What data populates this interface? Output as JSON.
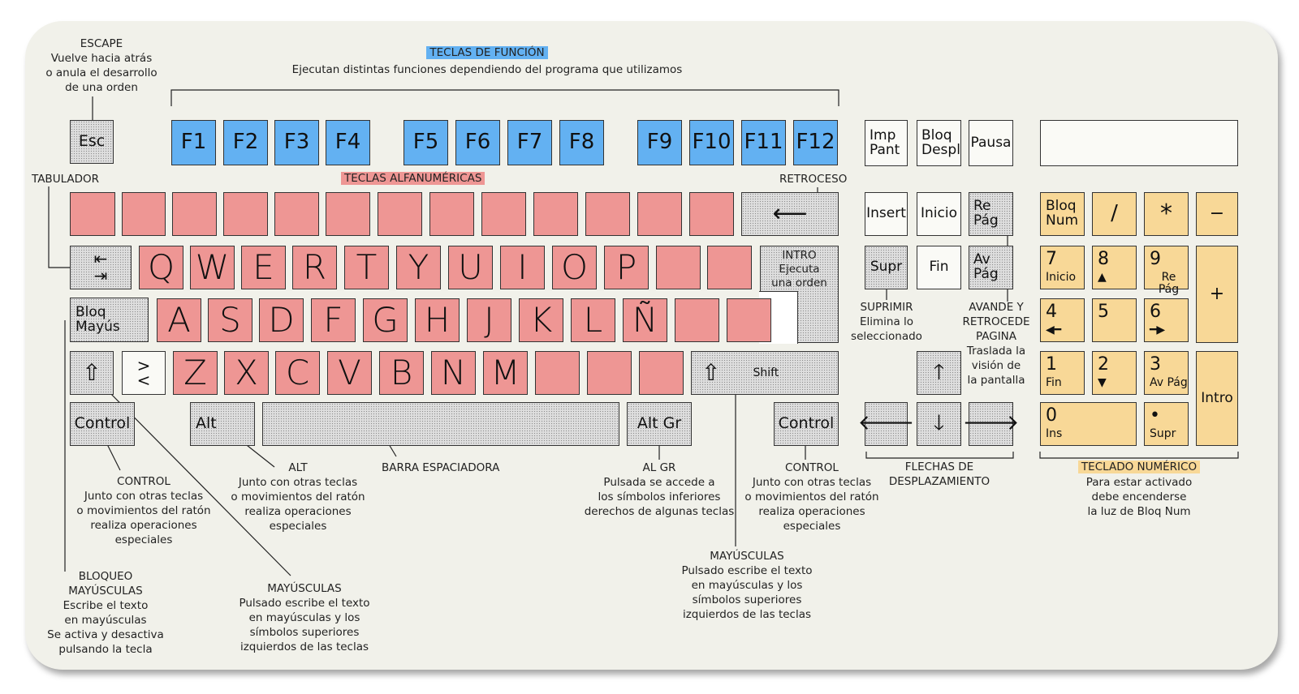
{
  "headers": {
    "function_keys": "TECLAS DE FUNCIÓN",
    "function_desc": "Ejecutan distintas funciones dependiendo del programa que utilizamos",
    "alphanumeric": "TECLAS ALFANUMÉRICAS",
    "numeric_pad": "TECLADO NUMÉRICO"
  },
  "colors": {
    "function": "#63b1f2",
    "alphanumeric": "#ee9694",
    "numeric": "#f8d897",
    "gray_key": "#dedede",
    "board": "#f1f1ea"
  },
  "keys": {
    "esc": "Esc",
    "f": [
      "F1",
      "F2",
      "F3",
      "F4",
      "F5",
      "F6",
      "F7",
      "F8",
      "F9",
      "F10",
      "F11",
      "F12"
    ],
    "row_q": [
      "Q",
      "W",
      "E",
      "R",
      "T",
      "Y",
      "U",
      "I",
      "O",
      "P"
    ],
    "row_a": [
      "A",
      "S",
      "D",
      "F",
      "G",
      "H",
      "J",
      "K",
      "L",
      "Ñ"
    ],
    "row_z": [
      "Z",
      "X",
      "C",
      "V",
      "B",
      "N",
      "M"
    ],
    "bloq_mayus_1": "Bloq",
    "bloq_mayus_2": "Mayús",
    "less_greater": ">\n<",
    "shift": "Shift",
    "control": "Control",
    "alt": "Alt",
    "altgr": "Alt Gr",
    "intro_1": "INTRO",
    "intro_2": "Ejecuta",
    "intro_3": "una orden",
    "imp_1": "Imp",
    "imp_2": "Pant",
    "bloqdespl_1": "Bloq",
    "bloqdespl_2": "Despl",
    "pausa": "Pausa",
    "insert": "Insert",
    "inicio": "Inicio",
    "repag_1": "Re",
    "repag_2": "Pág",
    "supr": "Supr",
    "fin": "Fin",
    "avpag_1": "Av",
    "avpag_2": "Pág",
    "bloqnum_1": "Bloq",
    "bloqnum_2": "Num",
    "slash": "/",
    "star": "*",
    "minus": "−",
    "plus": "+",
    "num_intro": "Intro",
    "n7": "7",
    "n7s": "Inicio",
    "n8": "8",
    "n8s": "▲",
    "n9": "9",
    "n9s": "Re Pág",
    "n4": "4",
    "n4s": "◀━",
    "n5": "5",
    "n6": "6",
    "n6s": "━▶",
    "n1": "1",
    "n1s": "Fin",
    "n2": "2",
    "n2s": "▼",
    "n3": "3",
    "n3s": "Av Pág",
    "n0": "0",
    "n0s": "Ins",
    "ndot": "•",
    "ndots": "Supr"
  },
  "labels": {
    "escape": [
      "ESCAPE",
      "Vuelve hacia atrás",
      "o anula el desarrollo",
      "de una orden"
    ],
    "tabulador": "TABULADOR",
    "retroceso": "RETROCESO",
    "control_left": [
      "CONTROL",
      "Junto con otras teclas",
      "o movimientos del ratón",
      "realiza operaciones",
      "especiales"
    ],
    "alt": [
      "ALT",
      "Junto con otras teclas",
      "o movimientos del ratón",
      "realiza operaciones",
      "especiales"
    ],
    "barra": "BARRA ESPACIADORA",
    "altgr": [
      "AL GR",
      "Pulsada se accede a",
      "los símbolos inferiores",
      "derechos de algunas teclas"
    ],
    "control_right": [
      "CONTROL",
      "Junto con otras teclas",
      "o movimientos del ratón",
      "realiza operaciones",
      "especiales"
    ],
    "bloqueo": [
      "BLOQUEO",
      "MAYÚSCULAS",
      "Escribe el texto",
      "en mayúsculas",
      "Se activa y desactiva",
      "pulsando la tecla"
    ],
    "mayus_left": [
      "MAYÚSCULAS",
      "Pulsado escribe el texto",
      "en mayúsculas y los",
      "símbolos superiores",
      "izquierdos de las teclas"
    ],
    "mayus_right": [
      "MAYÚSCULAS",
      "Pulsado escribe el texto",
      "en mayúsculas y los",
      "símbolos superiores",
      "izquierdos de las teclas"
    ],
    "suprimir": [
      "SUPRIMIR",
      "Elimina lo",
      "seleccionado"
    ],
    "avande": [
      "AVANDE Y",
      "RETROCEDE",
      "PAGINA",
      "Traslada la",
      "visión de",
      "la pantalla"
    ],
    "flechas": [
      "FLECHAS DE",
      "DESPLAZAMIENTO"
    ],
    "numpad_desc": [
      "Para estar activado",
      "debe encenderse",
      "la luz de Bloq Num"
    ]
  }
}
